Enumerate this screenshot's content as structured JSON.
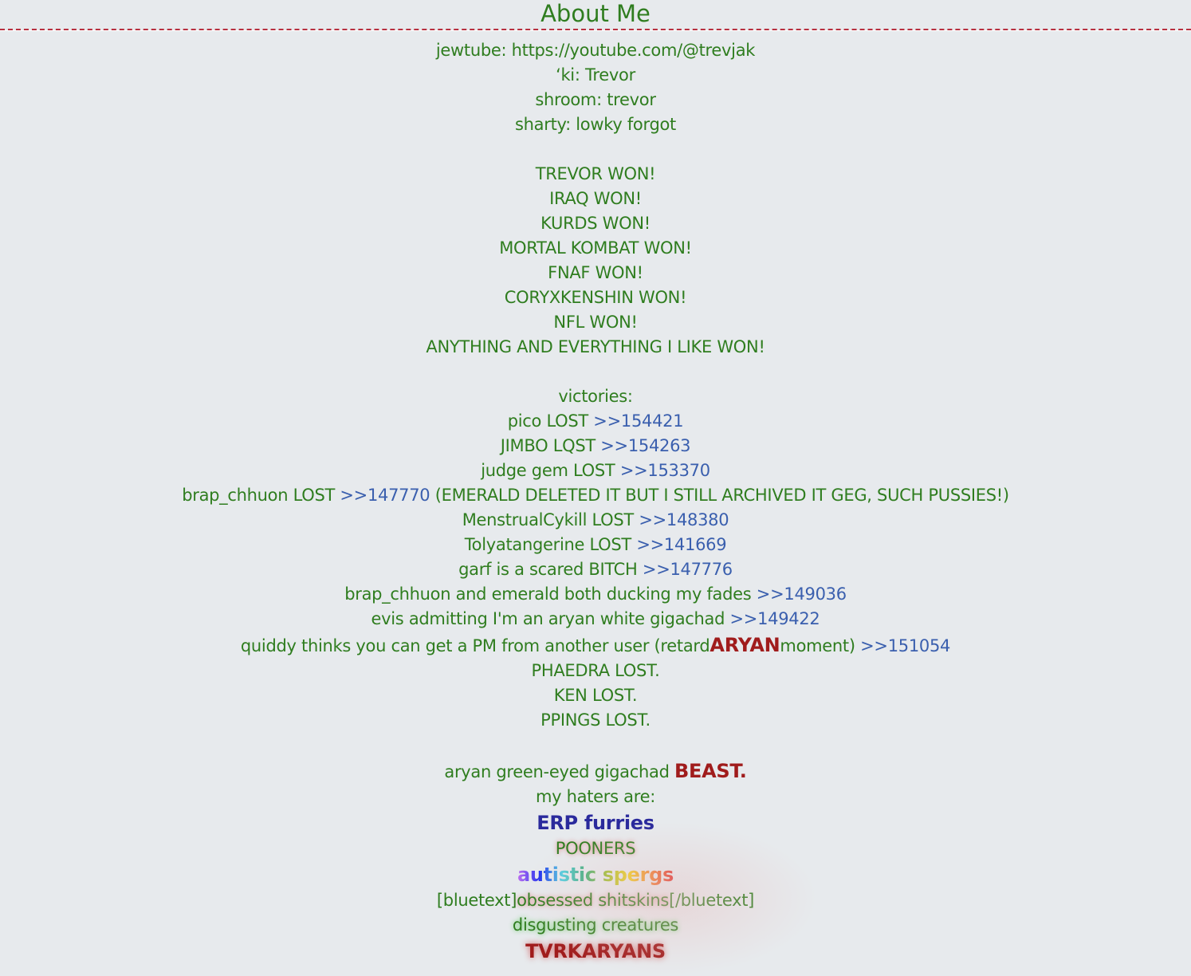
{
  "title": "About Me",
  "links": [
    "jewtube: https://youtube.com/@trevjak",
    "‘ki: Trevor",
    "shroom: trevor",
    "sharty: lowky forgot"
  ],
  "wins": [
    "TREVOR WON!",
    "IRAQ WON!",
    "KURDS WON!",
    "MORTAL KOMBAT WON!",
    "FNAF WON!",
    "CORYXKENSHIN WON!",
    "NFL WON!",
    "ANYTHING AND EVERYTHING I LIKE WON!"
  ],
  "victories_label": "victories:",
  "victories": [
    {
      "text": "pico LOST ",
      "quote": ">>154421",
      "after": ""
    },
    {
      "text": "JIMBO LQST ",
      "quote": ">>154263",
      "after": ""
    },
    {
      "text": "judge gem LOST ",
      "quote": ">>153370",
      "after": ""
    },
    {
      "text": "brap_chhuon LOST ",
      "quote": ">>147770",
      "after": " (EMERALD DELETED IT BUT I STILL ARCHIVED IT GEG, SUCH PUSSIES!)"
    },
    {
      "text": "MenstrualCykill LOST ",
      "quote": ">>148380",
      "after": ""
    },
    {
      "text": "Tolyatangerine LOST ",
      "quote": ">>141669",
      "after": ""
    },
    {
      "text": "garf is a scared BITCH ",
      "quote": ">>147776",
      "after": ""
    },
    {
      "text": "brap_chhuon and emerald both ducking my fades ",
      "quote": ">>149036",
      "after": ""
    },
    {
      "text": "evis admitting I'm an aryan white gigachad ",
      "quote": ">>149422",
      "after": ""
    }
  ],
  "quiddy": {
    "pre": "quiddy thinks you can get a PM from another user (retard",
    "bold": "ARYAN",
    "post": "moment) ",
    "quote": ">>151054"
  },
  "losses": [
    "PHAEDRA LOST.",
    "KEN LOST.",
    "PPINGS LOST."
  ],
  "beast": {
    "pre": "aryan green-eyed gigachad ",
    "bold": "BEAST."
  },
  "haters_label": "my haters are:",
  "haters": {
    "erp": "ERP furries",
    "pooners": "POONERS",
    "autistic": "autistic spergs",
    "bluetext_open": "[bluetext]",
    "obsessed": "obsessed shitskins",
    "bluetext_close": "[/bluetext]",
    "disgusting": "disgusting creatures",
    "tvrk": "TVRKARYANS"
  }
}
